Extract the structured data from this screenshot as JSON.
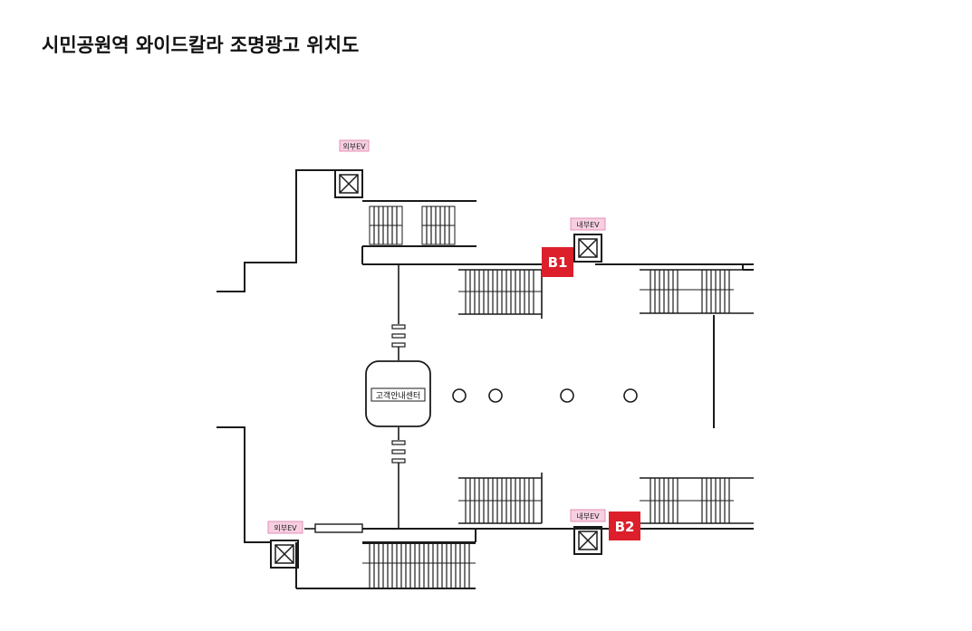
{
  "title": "시민공원역  와이드칼라 조명광고 위치도",
  "labels": {
    "outer_ev_top": "외부EV",
    "inner_ev_top": "내부EV",
    "outer_ev_bottom": "외부EV",
    "inner_ev_bottom": "내부EV",
    "customer_center": "고객안내센터"
  },
  "ad_locations": [
    "B1",
    "B2"
  ],
  "colors": {
    "ad_marker": "#dc1f2b",
    "ev_tag": "#f6cfe0",
    "ev_tag_border": "#e58fb6",
    "wall": "#1a1a1a"
  },
  "icons": [
    "elevator-icon",
    "pillar-icon",
    "stair-icon",
    "escalator-icon"
  ]
}
